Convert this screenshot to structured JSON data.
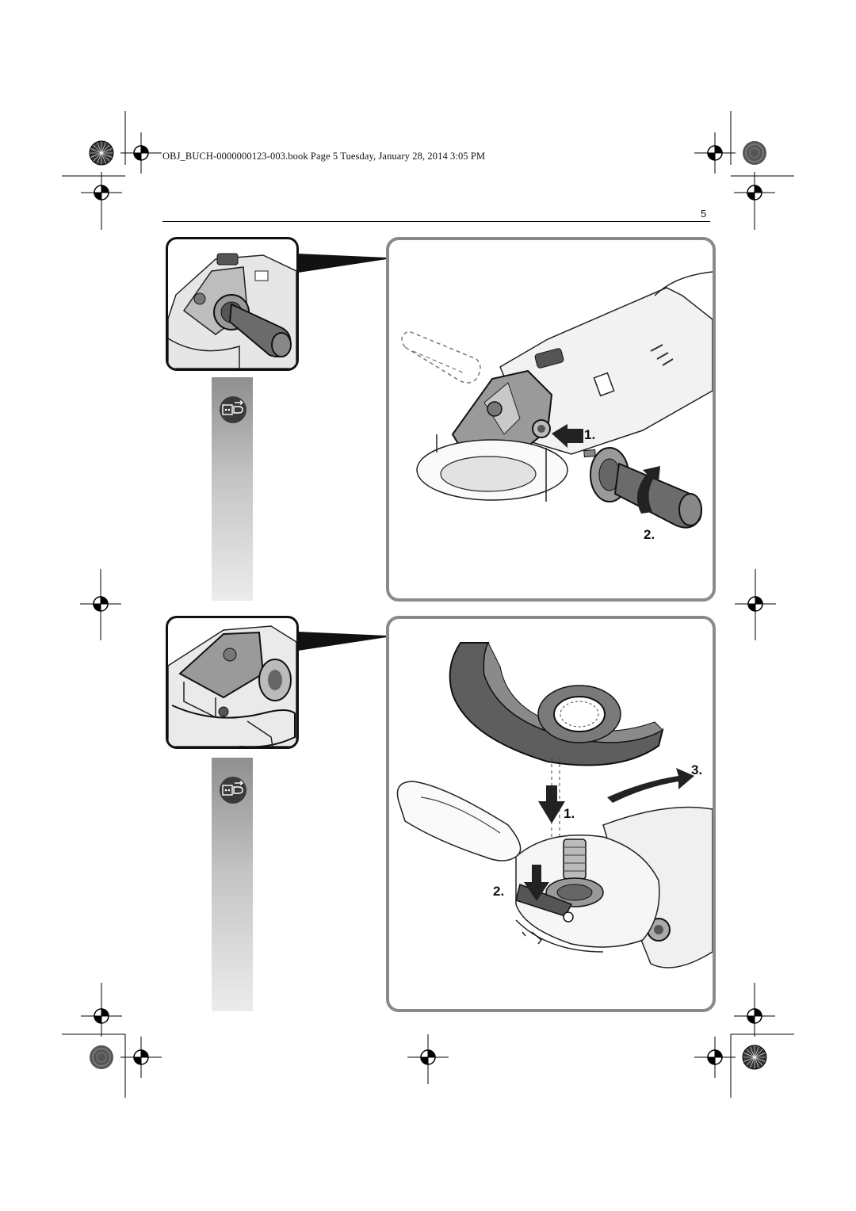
{
  "header": {
    "running_text": "OBJ_BUCH-0000000123-003.book  Page 5  Tuesday, January 28, 2014  3:05 PM",
    "page_number": "5"
  },
  "figure_top": {
    "step_labels": [
      "1.",
      "2."
    ],
    "icon": "unplug-icon"
  },
  "figure_bottom": {
    "step_labels": [
      "3.",
      "1.",
      "2."
    ],
    "icon": "unplug-icon"
  }
}
